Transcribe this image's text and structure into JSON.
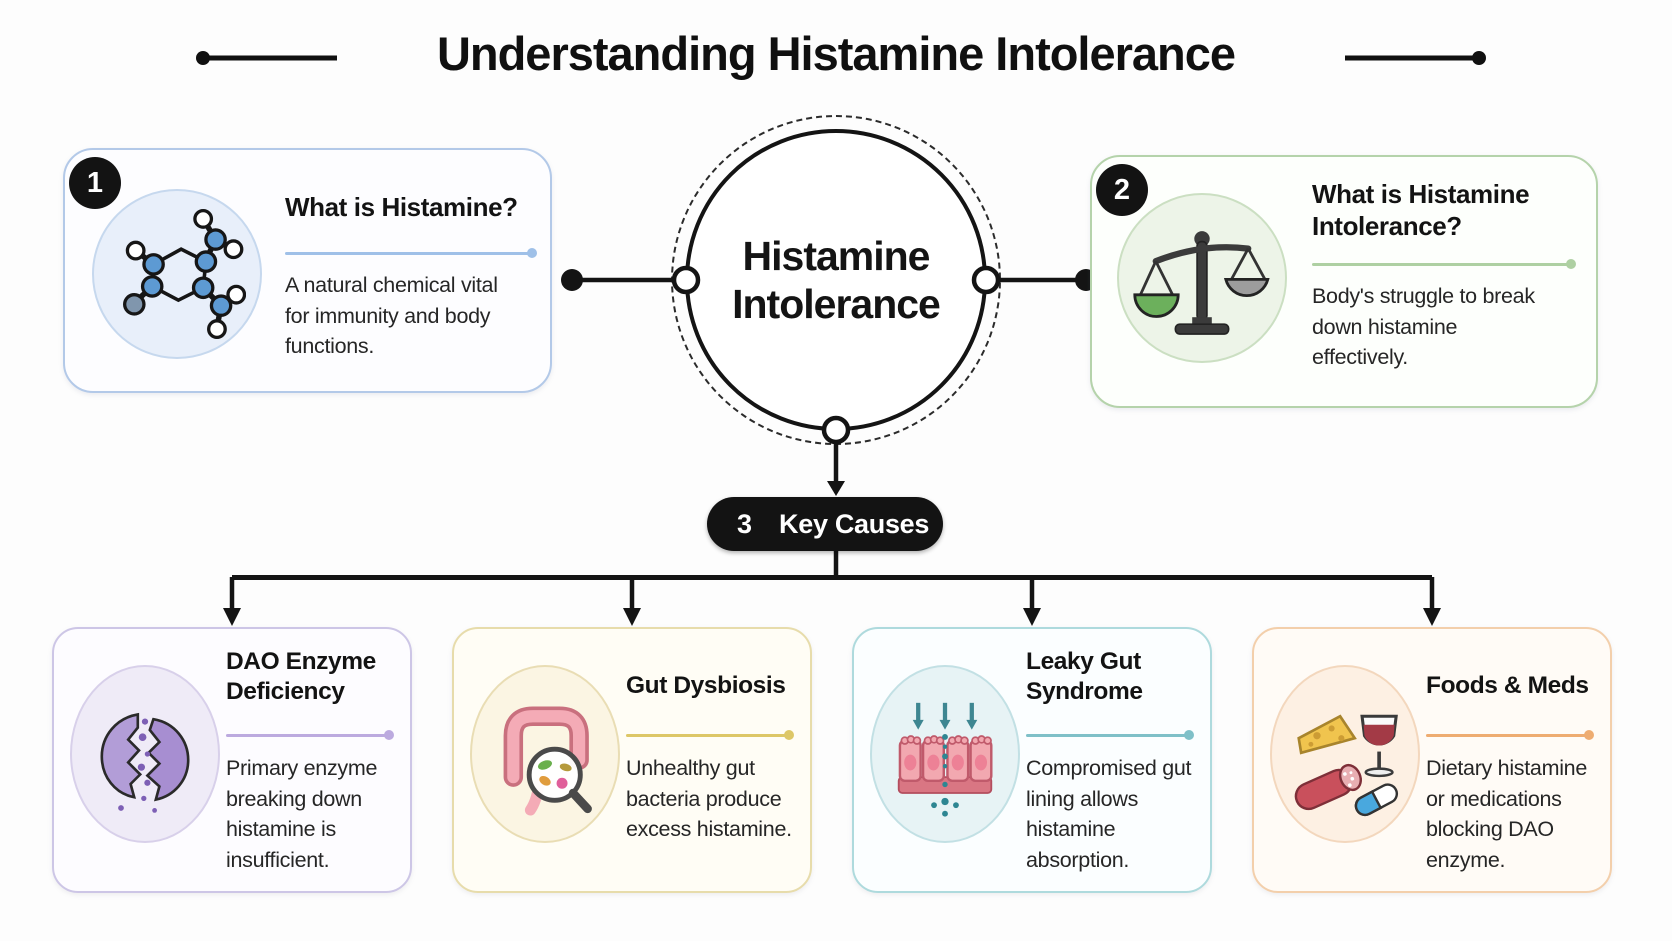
{
  "header": {
    "title": "Understanding Histamine Intolerance"
  },
  "center": {
    "label": "Histamine\nIntolerance"
  },
  "key_causes": {
    "count": "3",
    "label": "Key Causes"
  },
  "top_cards": [
    {
      "number": "1",
      "title": "What is Histamine?",
      "body": "A natural chemical vital\nfor immunity and body\nfunctions.",
      "icon": "molecule-icon",
      "accent": "#9fc0e8"
    },
    {
      "number": "2",
      "title": "What is Histamine\nIntolerance?",
      "body": "Body's struggle to break\ndown histamine\neffectively.",
      "icon": "balance-scale-icon",
      "accent": "#aed0a2"
    }
  ],
  "cause_cards": [
    {
      "title": "DAO Enzyme\nDeficiency",
      "body": "Primary enzyme\nbreaking down\nhistamine is\ninsufficient.",
      "icon": "broken-enzyme-icon",
      "accent": "#bcaadf"
    },
    {
      "title": "Gut Dysbiosis",
      "body": "Unhealthy gut\nbacteria produce\nexcess histamine.",
      "icon": "gut-magnifier-icon",
      "accent": "#ddc767"
    },
    {
      "title": "Leaky Gut\nSyndrome",
      "body": "Compromised gut\nlining allows\nhistamine\nabsorption.",
      "icon": "leaky-gut-icon",
      "accent": "#7fc0c8"
    },
    {
      "title": "Foods & Meds",
      "body": "Dietary histamine\nor medications\nblocking DAO\nenzyme.",
      "icon": "foods-meds-icon",
      "accent": "#eeac71"
    }
  ]
}
